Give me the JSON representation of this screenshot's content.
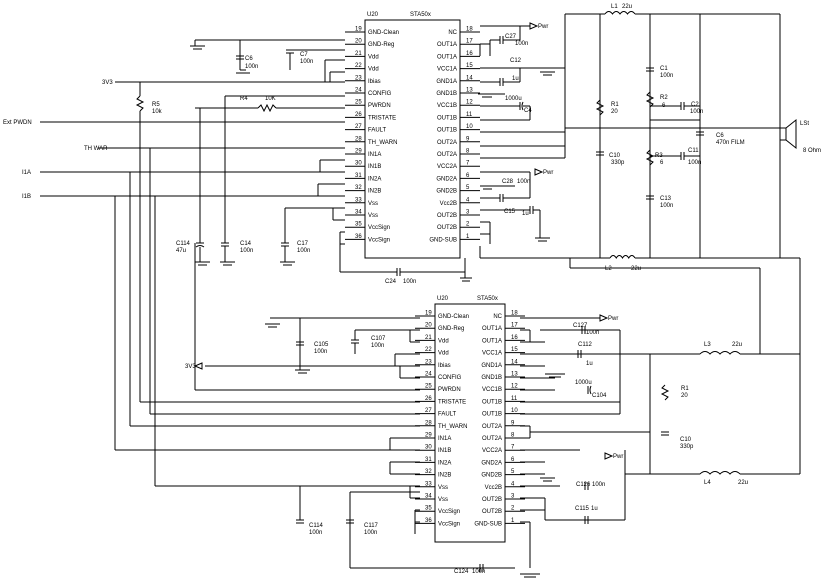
{
  "chips": [
    {
      "ref": "U20",
      "part": "STA50x",
      "left_pins": [
        {
          "num": "19",
          "label": "GND-Clean"
        },
        {
          "num": "20",
          "label": "GND-Reg"
        },
        {
          "num": "21",
          "label": "Vdd"
        },
        {
          "num": "22",
          "label": "Vdd"
        },
        {
          "num": "23",
          "label": "Ibias"
        },
        {
          "num": "24",
          "label": "CONFIG"
        },
        {
          "num": "25",
          "label": "PWRDN"
        },
        {
          "num": "26",
          "label": "TRISTATE"
        },
        {
          "num": "27",
          "label": "FAULT"
        },
        {
          "num": "28",
          "label": "TH_WARN"
        },
        {
          "num": "29",
          "label": "IN1A"
        },
        {
          "num": "30",
          "label": "IN1B"
        },
        {
          "num": "31",
          "label": "IN2A"
        },
        {
          "num": "32",
          "label": "IN2B"
        },
        {
          "num": "33",
          "label": "Vss"
        },
        {
          "num": "34",
          "label": "Vss"
        },
        {
          "num": "35",
          "label": "VccSign"
        },
        {
          "num": "36",
          "label": "VccSign"
        }
      ],
      "right_pins": [
        {
          "num": "18",
          "label": "NC"
        },
        {
          "num": "17",
          "label": "OUT1A"
        },
        {
          "num": "16",
          "label": "OUT1A"
        },
        {
          "num": "15",
          "label": "VCC1A"
        },
        {
          "num": "14",
          "label": "GND1A"
        },
        {
          "num": "13",
          "label": "GND1B"
        },
        {
          "num": "12",
          "label": "VCC1B"
        },
        {
          "num": "11",
          "label": "OUT1B"
        },
        {
          "num": "10",
          "label": "OUT1B"
        },
        {
          "num": "9",
          "label": "OUT2A"
        },
        {
          "num": "8",
          "label": "OUT2A"
        },
        {
          "num": "7",
          "label": "VCC2A"
        },
        {
          "num": "6",
          "label": "GND2A"
        },
        {
          "num": "5",
          "label": "GND2B"
        },
        {
          "num": "4",
          "label": "Vcc2B"
        },
        {
          "num": "3",
          "label": "OUT2B"
        },
        {
          "num": "2",
          "label": "OUT2B"
        },
        {
          "num": "1",
          "label": "GND-SUB"
        }
      ]
    },
    {
      "ref": "U20",
      "part": "STA50x",
      "left_pins": [
        {
          "num": "19",
          "label": "GND-Clean"
        },
        {
          "num": "20",
          "label": "GND-Reg"
        },
        {
          "num": "21",
          "label": "Vdd"
        },
        {
          "num": "22",
          "label": "Vdd"
        },
        {
          "num": "23",
          "label": "Ibias"
        },
        {
          "num": "24",
          "label": "CONFIG"
        },
        {
          "num": "25",
          "label": "PWRDN"
        },
        {
          "num": "26",
          "label": "TRISTATE"
        },
        {
          "num": "27",
          "label": "FAULT"
        },
        {
          "num": "28",
          "label": "TH_WARN"
        },
        {
          "num": "29",
          "label": "IN1A"
        },
        {
          "num": "30",
          "label": "IN1B"
        },
        {
          "num": "31",
          "label": "IN2A"
        },
        {
          "num": "32",
          "label": "IN2B"
        },
        {
          "num": "33",
          "label": "Vss"
        },
        {
          "num": "34",
          "label": "Vss"
        },
        {
          "num": "35",
          "label": "VccSign"
        },
        {
          "num": "36",
          "label": "VccSign"
        }
      ],
      "right_pins": [
        {
          "num": "18",
          "label": "NC"
        },
        {
          "num": "17",
          "label": "OUT1A"
        },
        {
          "num": "16",
          "label": "OUT1A"
        },
        {
          "num": "15",
          "label": "VCC1A"
        },
        {
          "num": "14",
          "label": "GND1A"
        },
        {
          "num": "13",
          "label": "GND1B"
        },
        {
          "num": "12",
          "label": "VCC1B"
        },
        {
          "num": "11",
          "label": "OUT1B"
        },
        {
          "num": "10",
          "label": "OUT1B"
        },
        {
          "num": "9",
          "label": "OUT2A"
        },
        {
          "num": "8",
          "label": "OUT2A"
        },
        {
          "num": "7",
          "label": "VCC2A"
        },
        {
          "num": "6",
          "label": "GND2A"
        },
        {
          "num": "5",
          "label": "GND2B"
        },
        {
          "num": "4",
          "label": "Vcc2B"
        },
        {
          "num": "3",
          "label": "OUT2B"
        },
        {
          "num": "2",
          "label": "OUT2B"
        },
        {
          "num": "1",
          "label": "GND-SUB"
        }
      ]
    }
  ],
  "nets": {
    "ext_pwdn": "Ext PWDN",
    "th_war": "TH WAR",
    "i1a": "I1A",
    "i1b": "I1B",
    "v3_top": "3V3",
    "v3_bot": "3V3",
    "pwr_1": "Pwr",
    "pwr_2": "Pwr",
    "pwr_3": "Pwr",
    "pwr_4": "Pwr"
  },
  "components": {
    "c6": {
      "ref": "C6",
      "value": "100n"
    },
    "c7": {
      "ref": "C7",
      "value": "100n"
    },
    "r5": {
      "ref": "R5",
      "value": "10k"
    },
    "r4": {
      "ref": "R4",
      "value": "10K"
    },
    "c114": {
      "ref": "C114",
      "value": "47u"
    },
    "c14": {
      "ref": "C14",
      "value": "100n"
    },
    "c17": {
      "ref": "C17",
      "value": "100n"
    },
    "c24": {
      "ref": "C24",
      "value": "100n"
    },
    "c27": {
      "ref": "C27",
      "value": "100n"
    },
    "c12": {
      "ref": "C12",
      "value": "1u"
    },
    "c4": {
      "ref": "C4",
      "value": "1000u"
    },
    "c28": {
      "ref": "C28",
      "value": "100n"
    },
    "c15": {
      "ref": "C15",
      "value": "1u"
    },
    "l1": {
      "ref": "L1",
      "value": "22u"
    },
    "l2": {
      "ref": "L2",
      "value": "22u"
    },
    "r1": {
      "ref": "R1",
      "value": "20"
    },
    "c10": {
      "ref": "C10",
      "value": "330p"
    },
    "c1": {
      "ref": "C1",
      "value": "100n"
    },
    "r2": {
      "ref": "R2",
      "value": "6"
    },
    "c2": {
      "ref": "C2",
      "value": "100n"
    },
    "r3": {
      "ref": "R3",
      "value": "6"
    },
    "c11": {
      "ref": "C11",
      "value": "100n"
    },
    "c13": {
      "ref": "C13",
      "value": "100n"
    },
    "c6f": {
      "ref": "C6",
      "value": "470n FILM"
    },
    "ls": {
      "ref": "LSt",
      "value": "8 Ohm"
    },
    "c105": {
      "ref": "C105",
      "value": "100n"
    },
    "c107": {
      "ref": "C107",
      "value": "100n"
    },
    "c127": {
      "ref": "C127",
      "value": "100n"
    },
    "c112": {
      "ref": "C112",
      "value": "1u"
    },
    "c104": {
      "ref": "C104",
      "value": "1000u"
    },
    "c126": {
      "ref": "C126",
      "value": "100n"
    },
    "c115": {
      "ref": "C115",
      "value": "1u"
    },
    "c114b": {
      "ref": "C114",
      "value": "100n"
    },
    "c117": {
      "ref": "C117",
      "value": "100n"
    },
    "c124": {
      "ref": "C124",
      "value": "100n"
    },
    "l3": {
      "ref": "L3",
      "value": "22u"
    },
    "l4": {
      "ref": "L4",
      "value": "22u"
    },
    "r1b": {
      "ref": "R1",
      "value": "20"
    },
    "c10b": {
      "ref": "C10",
      "value": "330p"
    }
  }
}
